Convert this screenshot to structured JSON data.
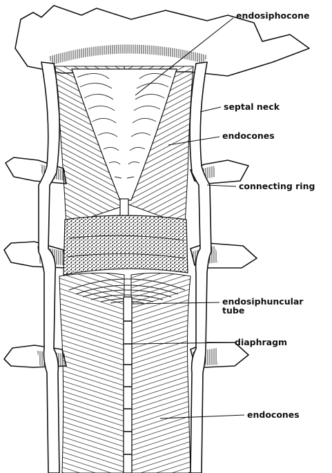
{
  "labels": {
    "endosiphocone": "endosiphocone",
    "septal_neck": "septal neck",
    "endocones_upper": "endocones",
    "connecting_ring": "connecting ring",
    "endosiphuncular_tube": "endosiphuncular\ntube",
    "diaphragm": "diaphragm",
    "endocones_lower": "endocones"
  },
  "colors": {
    "ink": "#111111",
    "paper": "#ffffff",
    "shade": "#333333"
  }
}
